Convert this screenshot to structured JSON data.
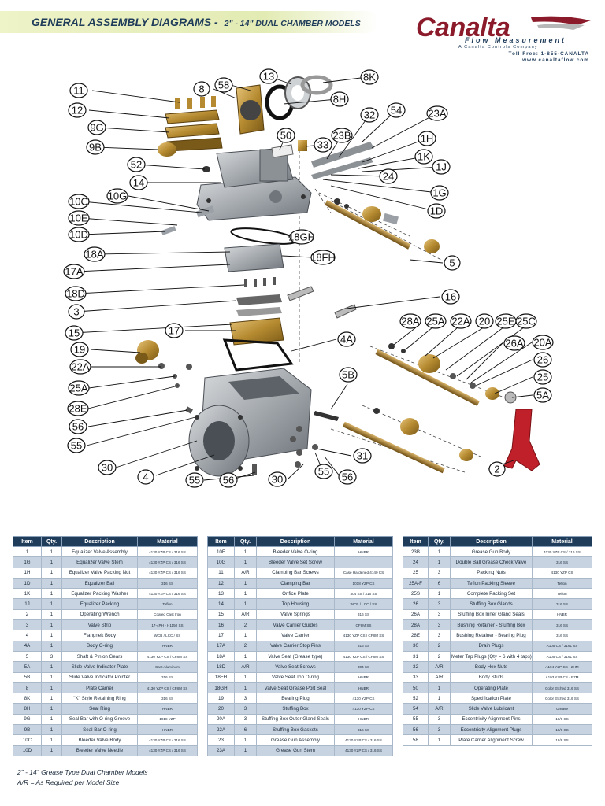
{
  "header": {
    "title": "GENERAL ASSEMBLY DIAGRAMS - ",
    "subtitle": "2\" - 14\" DUAL CHAMBER MODELS"
  },
  "logo": {
    "word": "Canalta",
    "sub": "Flow Measurement",
    "tag": "A Canalta Controls Company",
    "phone": "Toll Free: 1-855-CANALTA",
    "web": "www.canaltaflow.com"
  },
  "callouts": [
    "11",
    "8",
    "58",
    "13",
    "8K",
    "12",
    "8H",
    "9G",
    "9B",
    "54",
    "23A",
    "32",
    "50",
    "23B",
    "1H",
    "33",
    "1K",
    "52",
    "1J",
    "24",
    "14",
    "1G",
    "10G",
    "10C",
    "1D",
    "10E",
    "10D",
    "18GH",
    "18A",
    "18FH",
    "5",
    "17A",
    "18D",
    "16",
    "3",
    "28A",
    "25A",
    "22A",
    "20",
    "25E",
    "25C",
    "17",
    "15",
    "4A",
    "26A",
    "20A",
    "19",
    "26",
    "22A",
    "25",
    "5B",
    "25A",
    "5A",
    "28E",
    "56",
    "55",
    "31",
    "30",
    "2",
    "4",
    "55",
    "56",
    "30",
    "55",
    "56"
  ],
  "table_headers": [
    "Item",
    "Qty.",
    "Description",
    "Material"
  ],
  "tables": [
    [
      [
        "1",
        "1",
        "Equalizer Valve Assembly",
        "4130 YZP CS / 316 SS"
      ],
      [
        "1G",
        "1",
        "Equalizer Valve Stem",
        "4130 YZP CS / 316 SS"
      ],
      [
        "1H",
        "1",
        "Equalizer Valve Packing Nut",
        "4130 YZP CS / 316 SS"
      ],
      [
        "1D",
        "1",
        "Equalizer Ball",
        "316 SS"
      ],
      [
        "1K",
        "1",
        "Equalizer Packing Washer",
        "4130 YZP CS / 316 SS"
      ],
      [
        "1J",
        "1",
        "Equalizer Packing",
        "Teflon"
      ],
      [
        "2",
        "1",
        "Operating Wrench",
        "Coated Cast Iron"
      ],
      [
        "3",
        "1",
        "Valve Strip",
        "17-4PH - H1150 SS"
      ],
      [
        "4",
        "1",
        "Flangnek Body",
        "WCB / LCC / SS"
      ],
      [
        "4A",
        "1",
        "Body O-ring",
        "HNBR"
      ],
      [
        "5",
        "3",
        "Shaft & Pinion Gears",
        "4130 YZP CS / CF8M SS"
      ],
      [
        "5A",
        "1",
        "Slide Valve Indicator Plate",
        "Cast Aluminum"
      ],
      [
        "5B",
        "1",
        "Slide Valve Indicator Pointer",
        "316 SS"
      ],
      [
        "8",
        "1",
        "Plate Carrier",
        "4130 YZP CS / CF8M SS"
      ],
      [
        "8K",
        "1",
        "\"K\" Style Retaining Ring",
        "316 SS"
      ],
      [
        "8H",
        "1",
        "Seal Ring",
        "HNBR"
      ],
      [
        "9G",
        "1",
        "Seal Bar with O-ring Groove",
        "1018 YZP"
      ],
      [
        "9B",
        "1",
        "Seal Bar O-ring",
        "HNBR"
      ],
      [
        "10C",
        "1",
        "Bleeder Valve Body",
        "4130 YZP CS / 316 SS"
      ],
      [
        "10D",
        "1",
        "Bleeder Valve Needle",
        "4130 YZP CS / 316 SS"
      ]
    ],
    [
      [
        "10E",
        "1",
        "Bleeder Valve O-ring",
        "HNBR"
      ],
      [
        "10G",
        "1",
        "Bleeder Valve Set Screw",
        ""
      ],
      [
        "11",
        "A/R",
        "Clamping Bar Screws",
        "Case Hardened 4140 CS"
      ],
      [
        "12",
        "1",
        "Clamping Bar",
        "1018 YZP CS"
      ],
      [
        "13",
        "1",
        "Orifice Plate",
        "304 SS / 316 SS"
      ],
      [
        "14",
        "1",
        "Top Housing",
        "WCB / LCC / SS"
      ],
      [
        "15",
        "A/R",
        "Valve Springs",
        "316 SS"
      ],
      [
        "16",
        "2",
        "Valve Carrier Guides",
        "CF8M SS"
      ],
      [
        "17",
        "1",
        "Valve Carrier",
        "4130 YZP CS / CF8M SS"
      ],
      [
        "17A",
        "2",
        "Valve Carrier Stop Pins",
        "316 SS"
      ],
      [
        "18A",
        "1",
        "Valve Seat (Grease type)",
        "4130 YZP CS / CF8M SS"
      ],
      [
        "18D",
        "A/R",
        "Valve Seat Screws",
        "304 SS"
      ],
      [
        "18FH",
        "1",
        "Valve Seat Top O-ring",
        "HNBR"
      ],
      [
        "18GH",
        "1",
        "Valve Seat Grease Port Seal",
        "HNBR"
      ],
      [
        "19",
        "3",
        "Bearing Plug",
        "4130 YZP CS"
      ],
      [
        "20",
        "3",
        "Stuffing Box",
        "4130 YZP CS"
      ],
      [
        "20A",
        "3",
        "Stuffing Box Outer Gland Seals",
        "HNBR"
      ],
      [
        "22A",
        "6",
        "Stuffing Box Gaskets",
        "316 SS"
      ],
      [
        "23",
        "1",
        "Grease Gun Assembly",
        "4130 YZP CS / 316 SS"
      ],
      [
        "23A",
        "1",
        "Grease Gun Stem",
        "4130 YZP CS / 316 SS"
      ]
    ],
    [
      [
        "23B",
        "1",
        "Grease Gun Body",
        "4130 YZP CS / 316 SS"
      ],
      [
        "24",
        "1",
        "Double Ball Grease Check Valve",
        "316 SS"
      ],
      [
        "25",
        "3",
        "Packing Nuts",
        "4130 YZP CS"
      ],
      [
        "25A-F",
        "6",
        "Teflon Packing Sleeve",
        "Teflon"
      ],
      [
        "25S",
        "1",
        "Complete Packing Set",
        "Teflon"
      ],
      [
        "26",
        "3",
        "Stuffing Box Glands",
        "316 SS"
      ],
      [
        "26A",
        "3",
        "Stuffing Box Inner Gland Seals",
        "HNBR"
      ],
      [
        "28A",
        "3",
        "Bushing Retainer - Stuffing Box",
        "316 SS"
      ],
      [
        "28E",
        "3",
        "Bushing Retainer - Bearing Plug",
        "316 SS"
      ],
      [
        "30",
        "2",
        "Drain Plugs",
        "A105 CS / 316L SS"
      ],
      [
        "31",
        "2",
        "Meter Tap Plugs (Qty = 6 with 4 taps)",
        "A105 CS / 316L SS"
      ],
      [
        "32",
        "A/R",
        "Body Hex Nuts",
        "A194 YZP CS - 2HM"
      ],
      [
        "33",
        "A/R",
        "Body Studs",
        "A193 YZP CS - B7M"
      ],
      [
        "50",
        "1",
        "Operating Plate",
        "Color Etched 316 SS"
      ],
      [
        "52",
        "1",
        "Specification Plate",
        "Color Etched 316 SS"
      ],
      [
        "54",
        "A/R",
        "Slide Valve Lubricant",
        "Grease"
      ],
      [
        "55",
        "3",
        "Eccentricity Alignment Pins",
        "18/8 SS"
      ],
      [
        "56",
        "3",
        "Eccentricity Alignment Plugs",
        "18/8 SS"
      ],
      [
        "58",
        "1",
        "Plate Carrier Alignment Screw",
        "18/8 SS"
      ]
    ]
  ],
  "footnotes": [
    "2\" - 14\" Grease Type Dual Chamber Models",
    "A/R = As Required per Model Size"
  ],
  "colors": {
    "accent": "#1f3c5a",
    "brand": "#8b1b2a",
    "row_alt": "#c7d3e1",
    "brass": "#b8923a",
    "steel": "#9aa0a6"
  }
}
